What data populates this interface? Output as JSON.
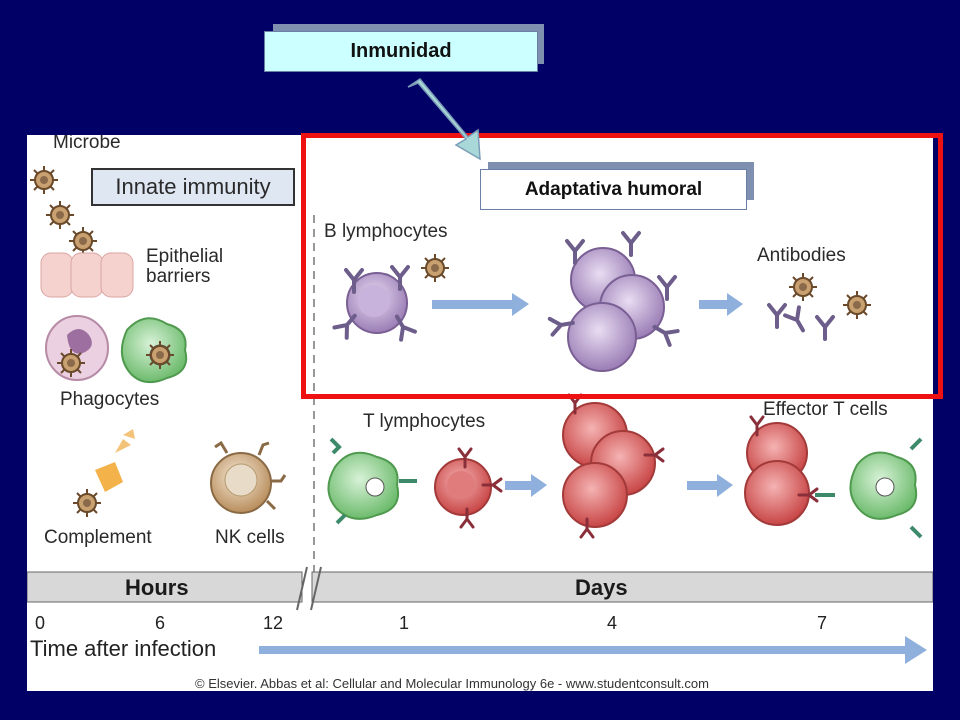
{
  "title": "Inmunidad",
  "subtitle": "Adaptativa humoral",
  "figure": {
    "labels": {
      "microbe": "Microbe",
      "innate_immunity": "Innate immunity",
      "epithelial_1": "Epithelial",
      "epithelial_2": "barriers",
      "phagocytes": "Phagocytes",
      "complement": "Complement",
      "nk_cells": "NK cells",
      "b_lymphocytes": "B lymphocytes",
      "antibodies": "Antibodies",
      "t_lymphocytes": "T lymphocytes",
      "effector_t_cells": "Effector T cells"
    },
    "timeline": {
      "hours_label": "Hours",
      "days_label": "Days",
      "ticks": [
        "0",
        "6",
        "12",
        "1",
        "4",
        "7"
      ],
      "axis_label": "Time after infection"
    },
    "copyright": "© Elsevier. Abbas et al: Cellular and Molecular Immunology 6e - www.studentconsult.com"
  },
  "colors": {
    "background": "#000066",
    "highlight_frame": "#ee1111",
    "title_fill": "#ccffff",
    "b_cell": "#a98fc0",
    "t_cell": "#d85a5a",
    "phagocyte": "#8fcf8f",
    "nk_cell": "#caa67a",
    "arrow": "#8fb0dc"
  }
}
